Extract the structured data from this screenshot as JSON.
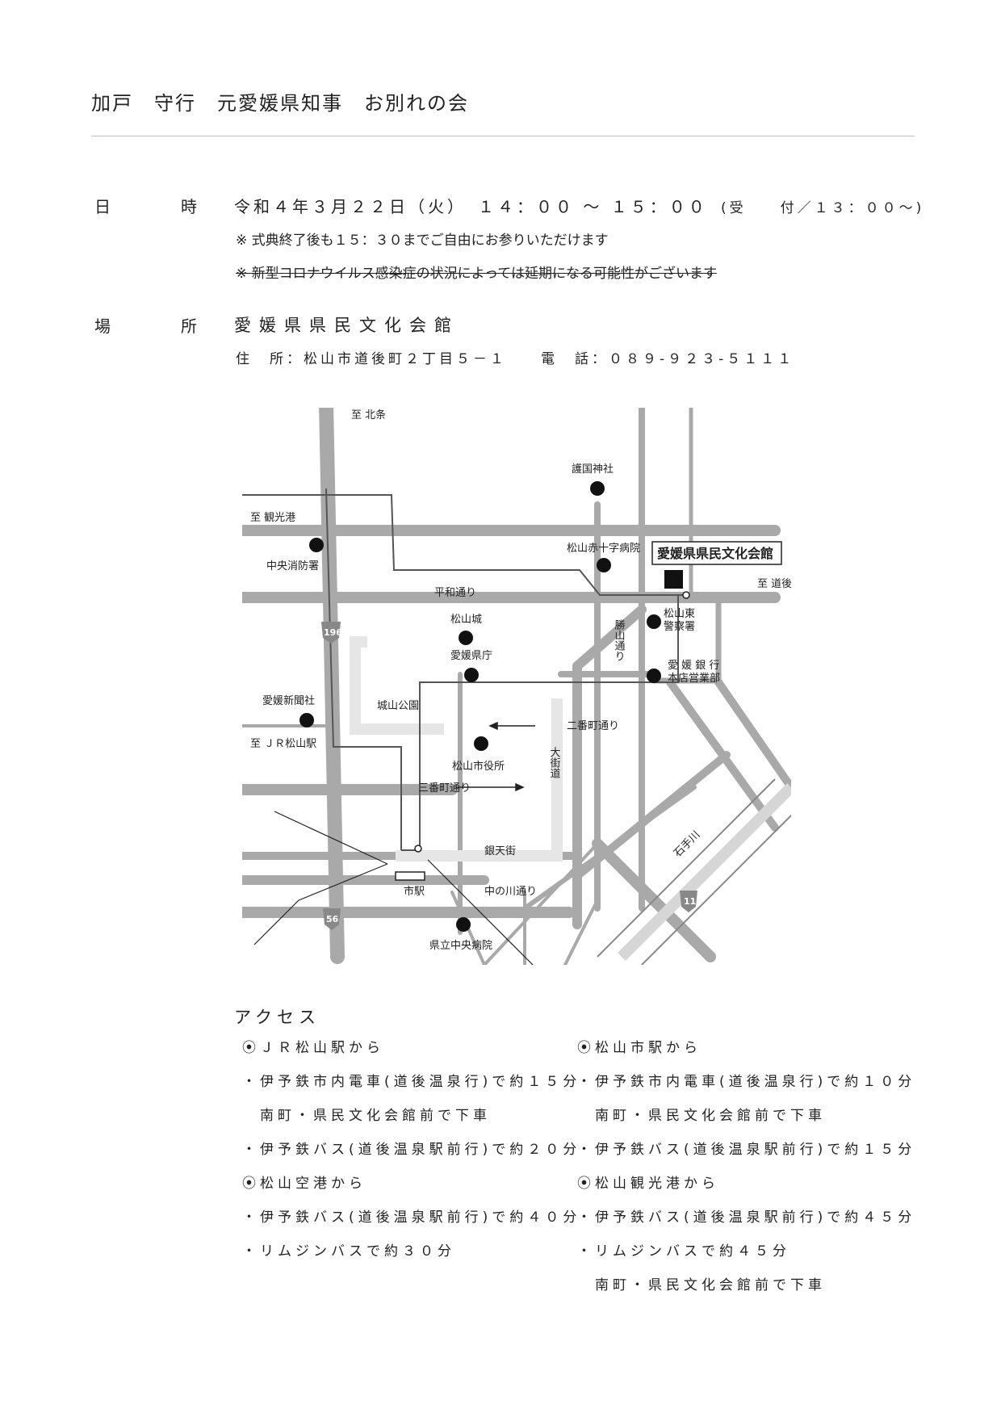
{
  "title": "加戸　守行　元愛媛県知事　お別れの会",
  "datetime": {
    "label_left": "日",
    "label_right": "時",
    "main": "令和４年３月２２日（火）　１４：００ ～ １５：００",
    "reception": "(受　　付／１３：００～)",
    "note1": "※ 式典終了後も１５：３０までご自由にお参りいただけます",
    "note2": "※ 新型コロナウイルス感染症の状況によっては延期になる可能性がございます"
  },
  "venue": {
    "label_left": "場",
    "label_right": "所",
    "name": "愛媛県県民文化会館",
    "address": "住　所：松山市道後町２丁目５－１　　電　話：０８９-９２３-５１１１"
  },
  "map": {
    "labels": {
      "hojo": "至 北条",
      "kankoko": "至 観光港",
      "dogo": "至 道後",
      "jr": "至 ＪＲ松山駅",
      "gokoku": "護国神社",
      "redcross": "松山赤十字病院",
      "venue": "愛媛県県民文化会館",
      "fire": "中央消防署",
      "heiwa": "平和通り",
      "castle": "松山城",
      "police1": "松山東",
      "police2": "警察署",
      "katsuyama": "勝山通り",
      "prefoffice": "愛媛県庁",
      "bank1": "愛 媛 銀 行",
      "bank2": "本店営業部",
      "newspaper": "愛媛新聞社",
      "park": "城山公園",
      "nibancho": "二番町通り",
      "cityhall": "松山市役所",
      "okaido": "大街道",
      "sanbancho": "三番町通り",
      "ginten": "銀天街",
      "shieki": "市駅",
      "nakanokawa": "中の川通り",
      "hospital": "県立中央病院",
      "ishite": "石手川",
      "r196": "196",
      "r56": "56",
      "r11": "11"
    }
  },
  "access": {
    "title": "アクセス",
    "left": [
      "⦿ＪＲ松山駅から",
      "・伊予鉄市内電車(道後温泉行)で約１５分",
      "　南町・県民文化会館前で下車",
      "・伊予鉄バス(道後温泉駅前行)で約２０分",
      "⦿松山空港から",
      "・伊予鉄バス(道後温泉駅前行)で約４０分",
      "・リムジンバスで約３０分"
    ],
    "right": [
      "⦿松山市駅から",
      "・伊予鉄市内電車(道後温泉行)で約１０分",
      "　南町・県民文化会館前で下車",
      "・伊予鉄バス(道後温泉駅前行)で約１５分",
      "⦿松山観光港から",
      "・伊予鉄バス(道後温泉駅前行)で約４５分",
      "・リムジンバスで約４５分",
      "　南町・県民文化会館前で下車"
    ]
  }
}
